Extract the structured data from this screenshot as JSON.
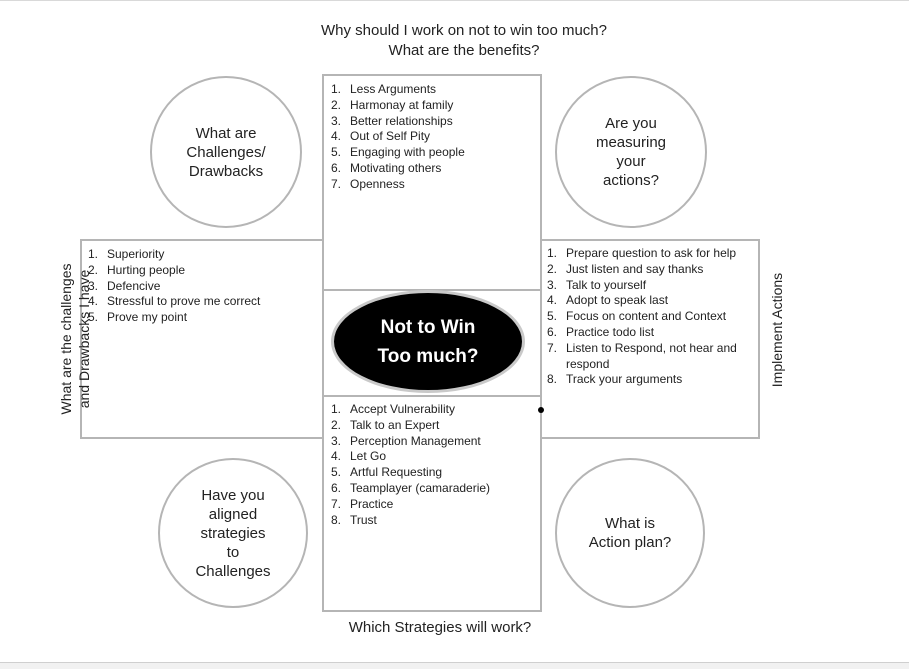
{
  "header": {
    "question_line1": "Why should I work on not to win too much?",
    "question_line2": "What are the benefits?"
  },
  "footer": {
    "strategies_question": "Which Strategies will work?"
  },
  "center": {
    "label": "Not to Win\nToo much?"
  },
  "circles": {
    "top_left": "What are\nChallenges/\nDrawbacks",
    "top_right": "Are you\nmeasuring\nyour\nactions?",
    "bottom_left": "Have you\naligned\nstrategies\nto\nChallenges",
    "bottom_right": "What is\nAction plan?"
  },
  "side_labels": {
    "left_line1": "What are the challenges",
    "left_line2": "and Drawbacks I have",
    "right": "Implement Actions"
  },
  "benefits": [
    "Less Arguments",
    "Harmonay at family",
    "Better relationships",
    "Out of Self Pity",
    "Engaging with people",
    "Motivating others",
    "Openness"
  ],
  "challenges": [
    "Superiority",
    "Hurting people",
    "Defencive",
    "Stressful to prove me correct",
    "Prove my point"
  ],
  "actions": [
    "Prepare question to ask for help",
    "Just listen and say thanks",
    "Talk to yourself",
    "Adopt to speak last",
    "Focus on content and Context",
    "Practice todo list",
    "Listen to Respond, not hear and respond",
    "Track your arguments"
  ],
  "strategies": [
    "Accept Vulnerability",
    "Talk to an Expert",
    "Perception Management",
    "Let Go",
    "Artful Requesting",
    "Teamplayer (camaraderie)",
    "Practice",
    "Trust"
  ]
}
